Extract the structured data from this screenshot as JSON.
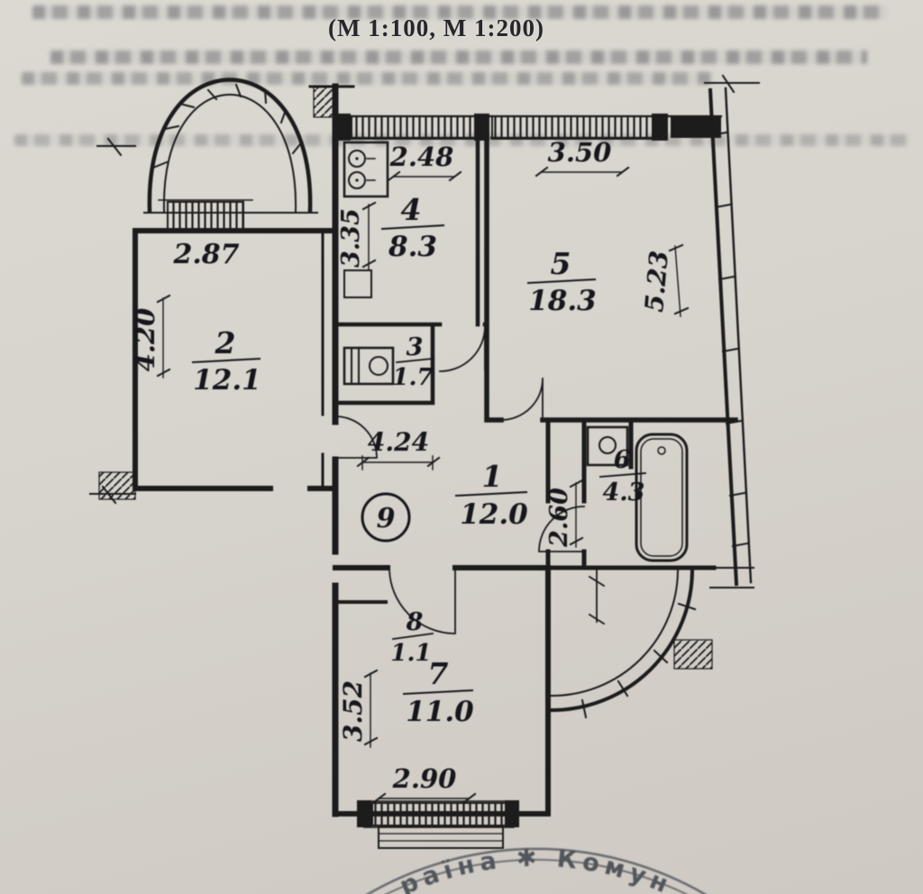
{
  "header": {
    "scale_note": "(М 1:100,  М 1:200)"
  },
  "plan": {
    "rooms": [
      {
        "number": "1",
        "area": "12.0"
      },
      {
        "number": "2",
        "area": "12.1"
      },
      {
        "number": "3",
        "area": "1.7"
      },
      {
        "number": "4",
        "area": "8.3"
      },
      {
        "number": "5",
        "area": "18.3"
      },
      {
        "number": "6",
        "area": "4.3"
      },
      {
        "number": "7",
        "area": "11.0"
      },
      {
        "number": "8",
        "area": "1.1"
      }
    ],
    "cupboard_mark": "9",
    "dimensions": {
      "room2_width": "2.87",
      "room2_depth": "4.20",
      "kitchen_width": "2.48",
      "kitchen_depth": "3.35",
      "room5_width": "3.50",
      "room5_depth": "5.23",
      "hall_width": "4.24",
      "bath_depth": "2.60",
      "room7_depth": "3.52",
      "room7_width": "2.90"
    }
  },
  "stamp": {
    "text": "раїна ✱ Комун"
  }
}
